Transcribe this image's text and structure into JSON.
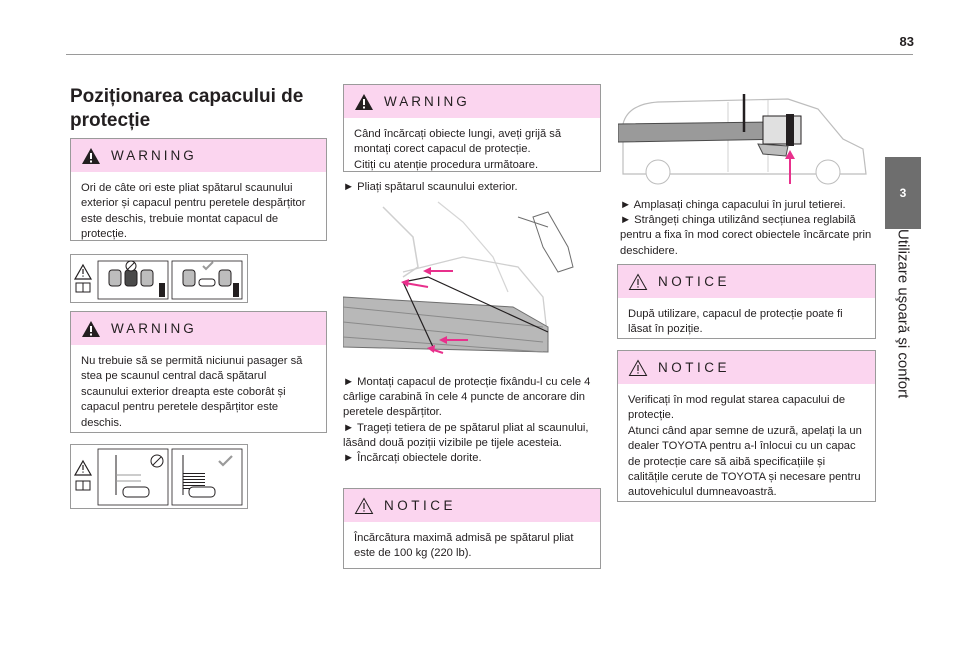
{
  "page": {
    "number": "83",
    "chapter_tab": "3",
    "chapter_title": "Utilizare uşoară şi confort"
  },
  "col1": {
    "title": "Poziționarea capacului de protecție",
    "warning1": {
      "label": "WARNING",
      "text": "Ori de câte ori este pliat spătarul scaunului exterior și capacul pentru peretele despărțitor este deschis, trebuie montat capacul de protecție."
    },
    "warning2": {
      "label": "WARNING",
      "text": "Nu trebuie să se permită niciunui pasager să stea pe scaunul central dacă spătarul scaunului exterior dreapta este coborât și capacul pentru peretele despărțitor este deschis."
    }
  },
  "col2": {
    "warning": {
      "label": "WARNING",
      "lines": [
        "Când încărcați obiecte lungi, aveți grijă să montați corect capacul de protecție.",
        "Citiți cu atenție procedura următoare."
      ]
    },
    "step1": "► Pliați spătarul scaunului exterior.",
    "steps": [
      "► Montați capacul de protecție fixându-l cu cele 4 cârlige carabină în cele 4 puncte de ancorare din peretele despărțitor.",
      "► Trageți tetiera de pe spătarul pliat al scaunului, lăsând două poziții vizibile pe tijele acesteia.",
      "► Încărcați obiectele dorite."
    ],
    "notice": {
      "label": "NOTICE",
      "text": "Încărcătura maximă admisă pe spătarul pliat este de 100 kg (220 lb)."
    }
  },
  "col3": {
    "steps": [
      "► Amplasați chinga capacului în jurul tetierei.",
      "► Strângeți chinga utilizând secțiunea reglabilă pentru a fixa în mod corect obiectele încărcate prin deschidere."
    ],
    "notice1": {
      "label": "NOTICE",
      "text": "După utilizare, capacul de protecție poate fi lăsat în poziție."
    },
    "notice2": {
      "label": "NOTICE",
      "lines": [
        "Verificați în mod regulat starea capacului de protecție.",
        "Atunci când apar semne de uzură, apelați la un dealer TOYOTA pentru a-l înlocui cu un capac de protecție care să aibă specificațiile și calitățile cerute de TOYOTA și necesare pentru autovehiculul dumneavoastră."
      ]
    }
  },
  "colors": {
    "header_bg": "#fbd5ef",
    "tab_bg": "#6e6e6e",
    "arrow_pink": "#e8308c",
    "border": "#9a9a9a"
  },
  "icons": [
    "warning-triangle-icon",
    "notice-triangle-icon",
    "book-icon",
    "prohibited-icon",
    "check-icon"
  ]
}
